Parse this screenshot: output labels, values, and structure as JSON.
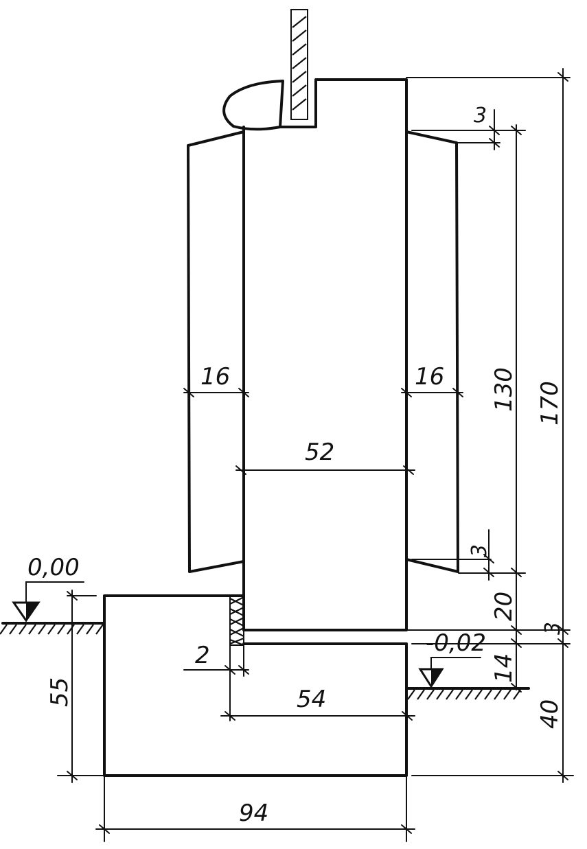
{
  "dimensions": {
    "d16_left": "16",
    "d16_right": "16",
    "d52": "52",
    "d3_top": "3",
    "d3_bottom": "3",
    "d130": "130",
    "d170": "170",
    "d20": "20",
    "d3_right": "3",
    "d14": "14",
    "d40": "40",
    "d2": "2",
    "d54": "54",
    "d55": "55",
    "d94": "94"
  },
  "levels": {
    "zero": "0,00",
    "minus": "-0,02"
  }
}
